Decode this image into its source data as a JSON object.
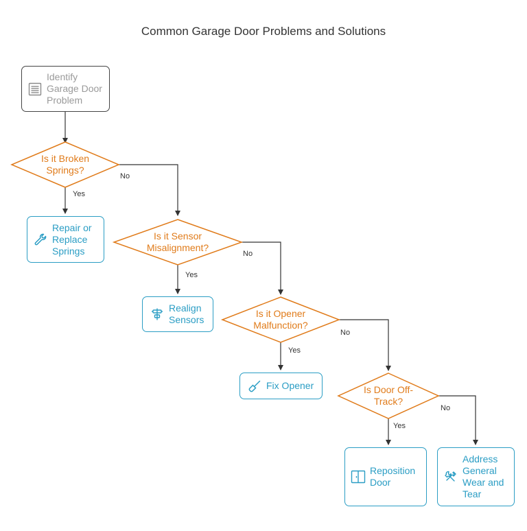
{
  "title": "Common Garage Door Problems and Solutions",
  "colors": {
    "decision": "#e07b1a",
    "outcome": "#2a9dc4",
    "start_border": "#444444",
    "start_text": "#9a9a9a",
    "line": "#333333"
  },
  "start": {
    "lines": [
      "Identify",
      "Garage Door",
      "Problem"
    ],
    "icon": "garage-door-icon"
  },
  "decisions": [
    {
      "lines": [
        "Is it Broken",
        "Springs?"
      ]
    },
    {
      "lines": [
        "Is it Sensor",
        "Misalignment?"
      ]
    },
    {
      "lines": [
        "Is it Opener",
        "Malfunction?"
      ]
    },
    {
      "lines": [
        "Is Door Off-",
        "Track?"
      ]
    }
  ],
  "outcomes": [
    {
      "lines": [
        "Repair or",
        "Replace",
        "Springs"
      ],
      "icon": "wrench-icon"
    },
    {
      "lines": [
        "Realign",
        "Sensors"
      ],
      "icon": "align-icon"
    },
    {
      "lines": [
        "Fix Opener"
      ],
      "icon": "screwdriver-icon"
    },
    {
      "lines": [
        "Reposition",
        "Door"
      ],
      "icon": "door-icon"
    },
    {
      "lines": [
        "Address",
        "General",
        "Wear and",
        "Tear"
      ],
      "icon": "tools-icon"
    }
  ],
  "edge_labels": {
    "yes": "Yes",
    "no": "No"
  }
}
